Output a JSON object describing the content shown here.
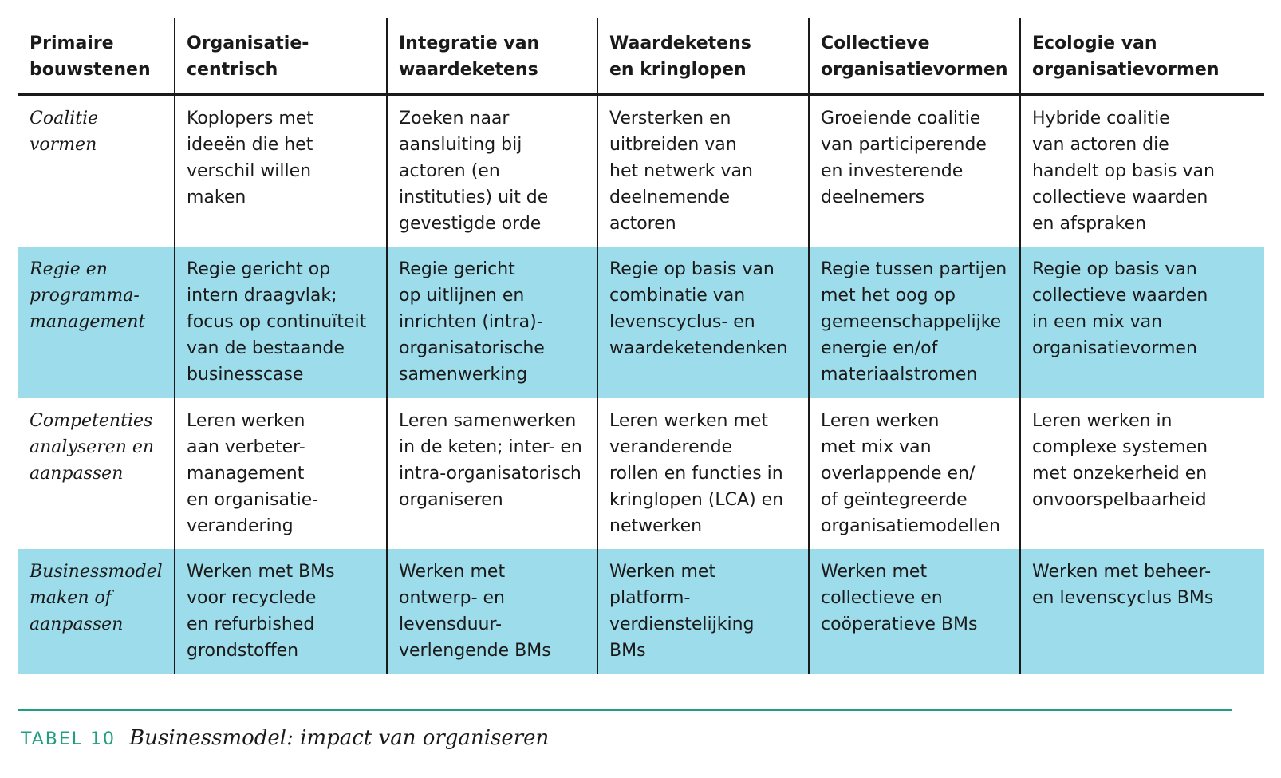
{
  "table": {
    "headers": [
      "Primaire\nbouwstenen",
      "Organisatie-\ncentrisch",
      "Integratie van\nwaardeketens",
      "Waardeketens\nen kringlopen",
      "Collectieve\norganisatievormen",
      "Ecologie van\norganisatievormen"
    ],
    "rows": [
      {
        "label": "Coalitie\nvormen",
        "cells": [
          "Koplopers met\nideeën die het\nverschil willen\nmaken",
          "Zoeken naar\naansluiting bij\nactoren (en\ninstituties) uit de\ngevestigde orde",
          "Versterken en\nuitbreiden van\nhet netwerk van\ndeelnemende\nactoren",
          "Groeiende coalitie\nvan participerende\nen investerende\ndeelnemers",
          "Hybride coalitie\nvan actoren die\nhandelt op basis van\ncollectieve waarden\nen afspraken"
        ]
      },
      {
        "label": "Regie en\nprogramma-\nmanagement",
        "cells": [
          "Regie gericht op\nintern draagvlak;\nfocus op continuïteit\nvan de bestaande\nbusinesscase",
          "Regie gericht\nop uitlijnen en\ninrichten (intra)-\norganisatorische\nsamenwerking",
          "Regie op basis van\ncombinatie van\nlevenscyclus- en\nwaardeketendenken",
          "Regie tussen partijen\nmet het oog op\ngemeenschappelijke\nenergie en/of\nmateriaalstromen",
          "Regie op basis van\ncollectieve waarden\nin een mix van\norganisatievormen"
        ]
      },
      {
        "label": "Competenties\nanalyseren en\naanpassen",
        "cells": [
          "Leren werken\naan verbeter-\nmanagement\nen organisatie-\nverandering",
          "Leren samenwerken\nin de keten; inter- en\nintra-organisatorisch\norganiseren",
          "Leren werken met\nveranderende\nrollen en functies in\nkringlopen (LCA) en\nnetwerken",
          "Leren werken\nmet mix van\noverlappende en/\nof geïntegreerde\norganisatiemodellen",
          "Leren werken in\ncomplexe systemen\nmet onzekerheid en\nonvoorspelbaarheid"
        ]
      },
      {
        "label": "Businessmodel\nmaken of\naanpassen",
        "cells": [
          "Werken met BMs\nvoor recyclede\nen refurbished\ngrondstoffen",
          "Werken met\nontwerp- en\nlevensduur-\nverlengende BMs",
          "Werken met\nplatform-\nverdienstelijking\nBMs",
          "Werken met\ncollectieve en\ncoöperatieve BMs",
          "Werken met beheer-\nen levenscyclus BMs"
        ]
      }
    ]
  },
  "caption": {
    "label": "TABEL 10",
    "title": "Businessmodel: impact van organiseren"
  },
  "colors": {
    "shaded_row": "#9ddcea",
    "accent": "#1f9e80",
    "text": "#1a1a1a"
  }
}
